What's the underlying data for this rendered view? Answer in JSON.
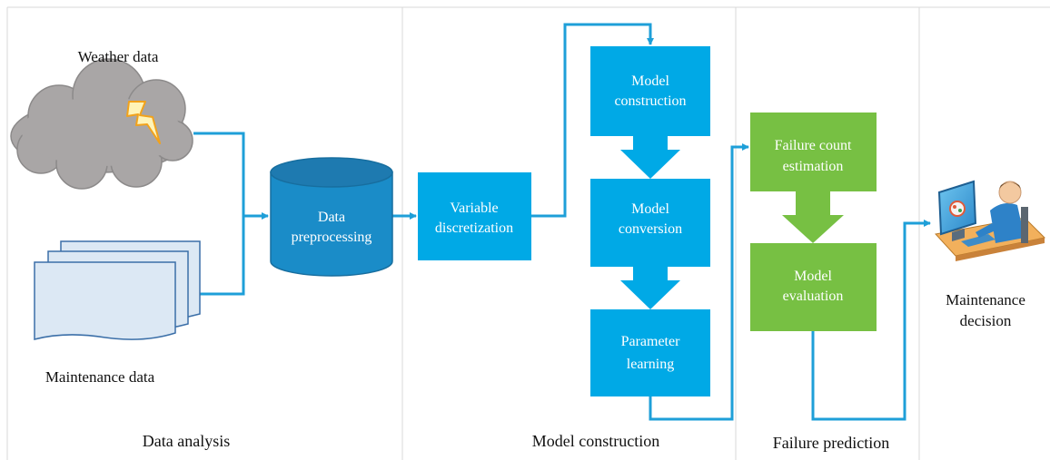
{
  "sections": {
    "data_analysis": "Data analysis",
    "model_construction": "Model construction",
    "failure_prediction": "Failure prediction"
  },
  "sources": {
    "weather": "Weather data",
    "maintenance": "Maintenance data"
  },
  "nodes": {
    "data_preprocessing": [
      "Data",
      "preprocessing"
    ],
    "variable_discretization": [
      "Variable",
      "discretization"
    ],
    "model_construction": [
      "Model",
      "construction"
    ],
    "model_conversion": [
      "Model",
      "conversion"
    ],
    "parameter_learning": [
      "Parameter",
      "learning"
    ],
    "failure_count_estimation": [
      "Failure count",
      "estimation"
    ],
    "model_evaluation": [
      "Model",
      "evaluation"
    ],
    "maintenance_decision": [
      "Maintenance",
      "decision"
    ]
  },
  "colors": {
    "blue_box": "#00A9E6",
    "green_box": "#77C043",
    "cylinder": "#1A8CC8",
    "cylinder_top": "#1E7AB0",
    "connector": "#1E9FD8",
    "cloud": "#A9A6A6",
    "document": "#DCE8F4",
    "divider": "#D9D9D9"
  },
  "icons": {
    "cloud": "storm-cloud-icon",
    "documents": "document-stack-icon",
    "database": "database-cylinder-icon",
    "computer_user": "computer-user-icon"
  }
}
